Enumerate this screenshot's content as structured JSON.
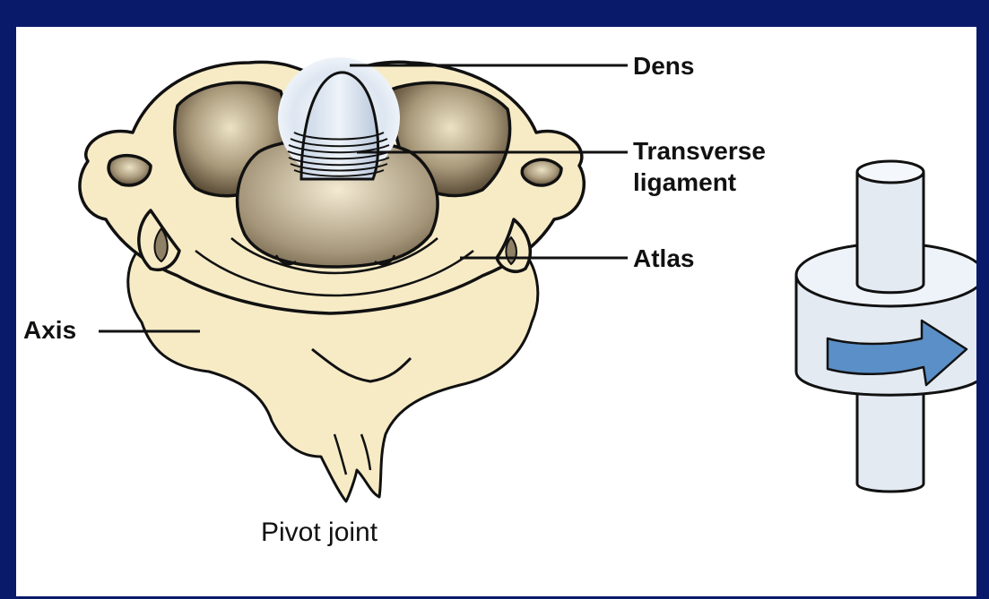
{
  "labels": {
    "dens": "Dens",
    "transverse_line1": "Transverse",
    "transverse_line2": "ligament",
    "atlas": "Atlas",
    "axis": "Axis",
    "caption": "Pivot joint"
  },
  "colors": {
    "frame": "#0a1a6b",
    "bone": "#f7ebc6",
    "bone_shadow": "#b6a98a",
    "cavity_dark": "#7a6c4f",
    "dens_glow": "#dfe8f3",
    "cylinder": "#e3eaf2",
    "arrow": "#5b8fc7"
  },
  "icons": {
    "model": "pivot-cylinder-rotation-icon"
  }
}
